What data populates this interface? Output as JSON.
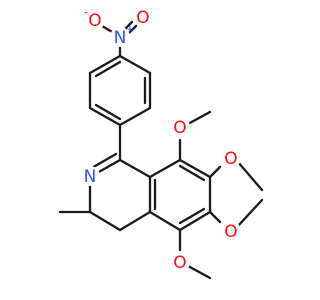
{
  "molecule": {
    "atoms": {
      "o_minus": {
        "label": "O",
        "charge": "-",
        "color": "#ff0d0d"
      },
      "n_plus": {
        "label": "N",
        "charge": "+",
        "color": "#3050f8"
      },
      "o_nitro": {
        "label": "O",
        "color": "#ff0d0d"
      },
      "n_ring": {
        "label": "N",
        "color": "#3050f8"
      },
      "o_methoxy_top": {
        "label": "O",
        "color": "#ff0d0d"
      },
      "o_methoxy_bottom": {
        "label": "O",
        "color": "#ff0d0d"
      },
      "o_dioxole_top": {
        "label": "O",
        "color": "#ff0d0d"
      },
      "o_dioxole_bottom": {
        "label": "O",
        "color": "#ff0d0d"
      }
    },
    "bond_color": "#1a1a1a"
  }
}
